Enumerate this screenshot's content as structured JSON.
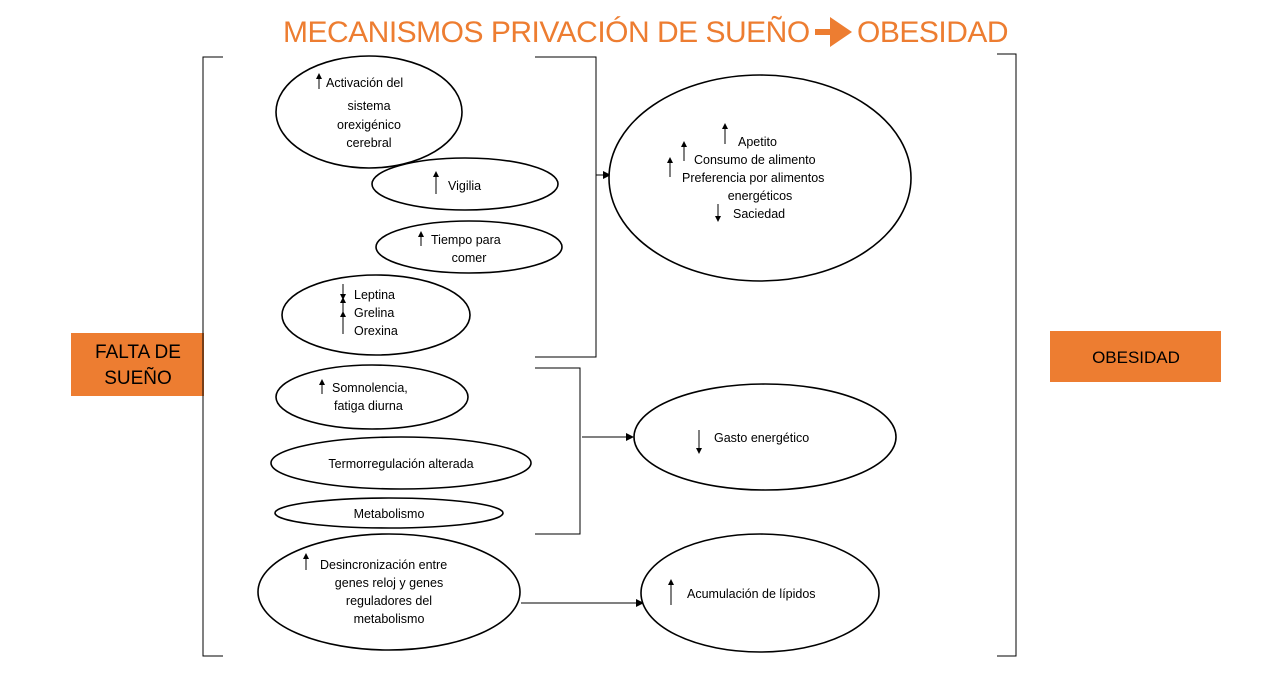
{
  "colors": {
    "accent": "#ed7d31",
    "stroke": "#000000",
    "background": "#ffffff"
  },
  "title": {
    "left": "MECANISMOS PRIVACIÓN DE SUEÑO",
    "right": "OBESIDAD"
  },
  "left_box": {
    "lines": [
      "FALTA DE",
      "SUEÑO"
    ]
  },
  "right_box": {
    "label": "OBESIDAD"
  },
  "nodes": {
    "orexigenico": [
      "Activación del",
      "sistema",
      "orexigénico",
      "cerebral"
    ],
    "vigilia": [
      "Vigilia"
    ],
    "tiempo": [
      "Tiempo para",
      "comer"
    ],
    "hormonas": [
      "Leptina",
      "Grelina",
      "Orexina"
    ],
    "somnolencia": [
      "Somnolencia,",
      "fatiga diurna"
    ],
    "termorregulacion": [
      "Termorregulación alterada"
    ],
    "metabolismo": [
      "Metabolismo"
    ],
    "desincronizacion": [
      "Desincronización entre",
      "genes reloj y genes",
      "reguladores del",
      "metabolismo"
    ],
    "apetito": [
      "Apetito",
      "Consumo de alimento",
      "Preferencia por alimentos",
      "energéticos",
      "Saciedad"
    ],
    "gasto": [
      "Gasto energético"
    ],
    "lipidos": [
      "Acumulación de lípidos"
    ]
  }
}
